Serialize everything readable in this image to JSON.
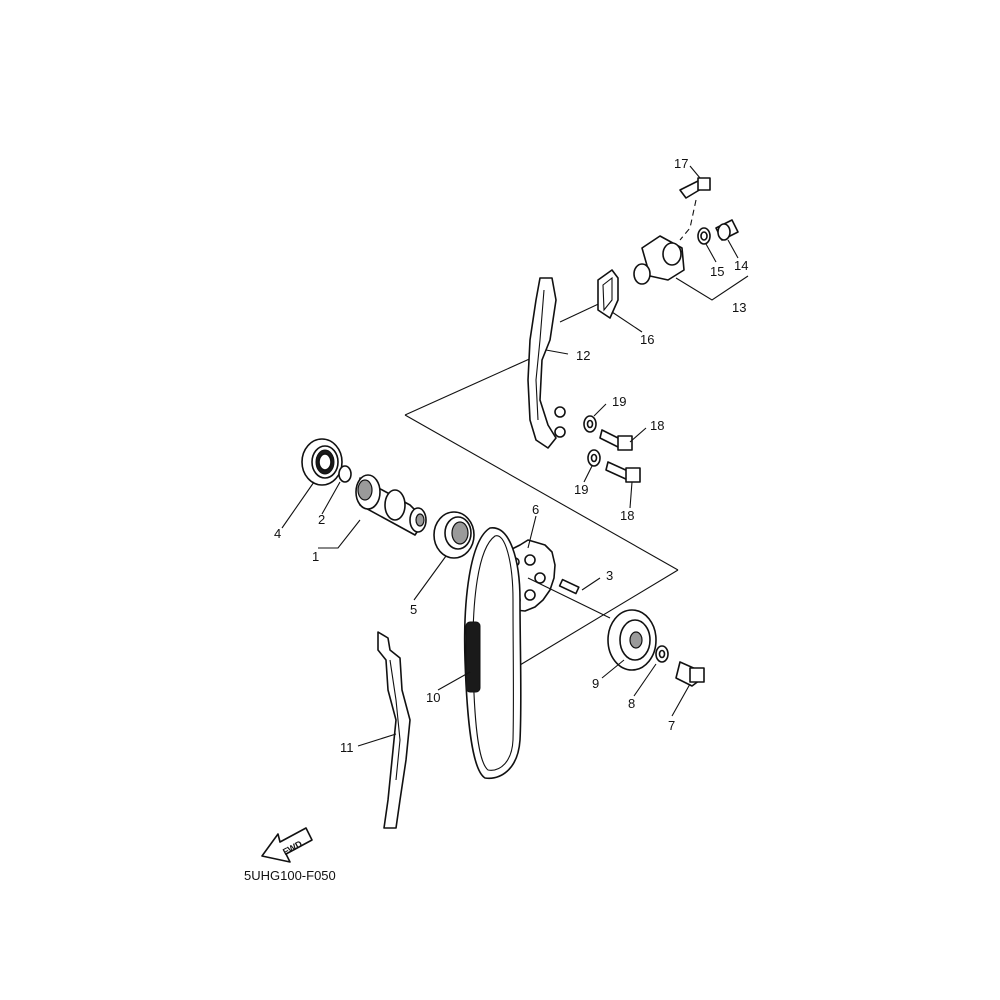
{
  "diagram": {
    "code": "5UHG100-F050",
    "fwd_label": "FWD",
    "callouts": [
      "1",
      "2",
      "3",
      "4",
      "5",
      "6",
      "7",
      "8",
      "9",
      "10",
      "11",
      "12",
      "13",
      "14",
      "15",
      "16",
      "17",
      "18",
      "18",
      "19",
      "19"
    ]
  }
}
